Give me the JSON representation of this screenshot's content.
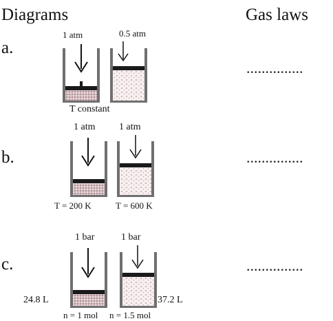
{
  "headers": {
    "diagrams": "Diagrams",
    "gas_laws": "Gas laws"
  },
  "answer_blank": "...............",
  "rows": [
    {
      "label": "a.",
      "left_pressure": "1 atm",
      "right_pressure": "0.5 atm",
      "condition": "T constant"
    },
    {
      "label": "b.",
      "left_pressure": "1 atm",
      "right_pressure": "1 atm",
      "left_temp": "T = 200 K",
      "right_temp": "T = 600 K"
    },
    {
      "label": "c.",
      "left_pressure": "1 bar",
      "right_pressure": "1 bar",
      "left_volume": "24.8 L",
      "right_volume": "37.2 L",
      "left_moles": "n = 1 mol",
      "right_moles": "n = 1.5 mol"
    }
  ],
  "colors": {
    "wall": "#6f6f6f",
    "piston": "#1a1a1a",
    "gas": "#e8d9d9",
    "gas_dense": "#c9a9ad"
  }
}
